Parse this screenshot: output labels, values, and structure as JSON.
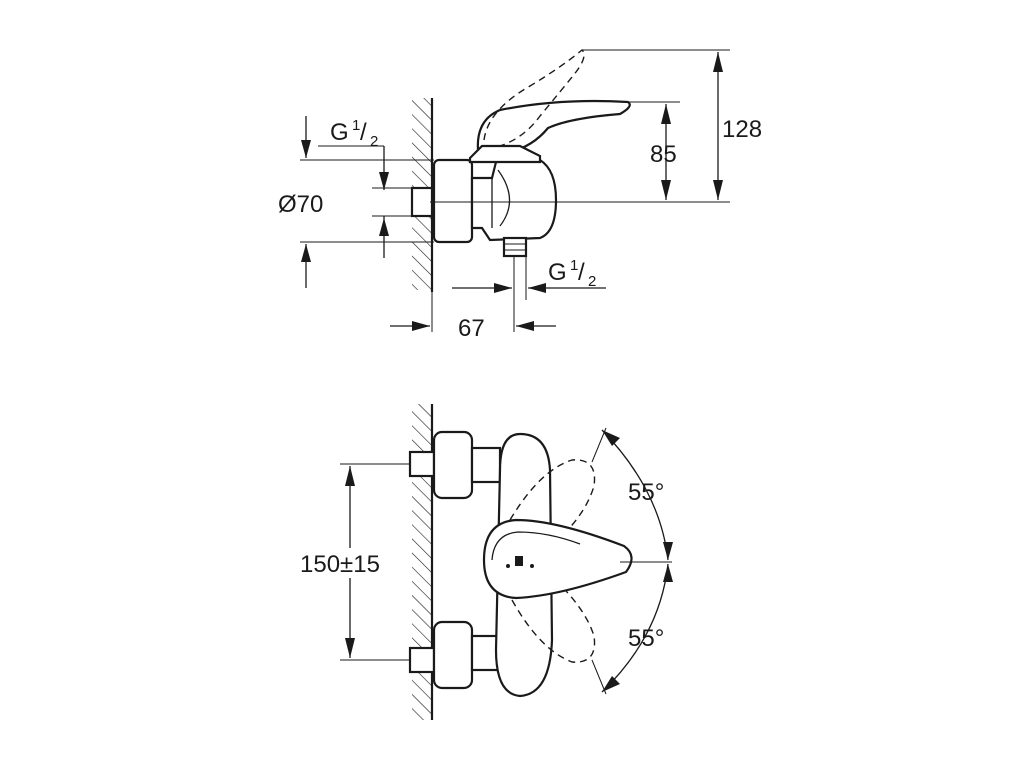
{
  "top_view": {
    "thread_upper": {
      "base": "G",
      "num": "1",
      "den": "2"
    },
    "thread_lower": {
      "base": "G",
      "num": "1",
      "den": "2"
    },
    "diameter": "Ø70",
    "dim_height_total": "128",
    "dim_height_spout": "85",
    "dim_depth": "67"
  },
  "bottom_view": {
    "dim_spacing": "150±15",
    "angle_upper": "55°",
    "angle_lower": "55°"
  },
  "colors": {
    "line": "#1a1a1a",
    "background": "#ffffff"
  }
}
